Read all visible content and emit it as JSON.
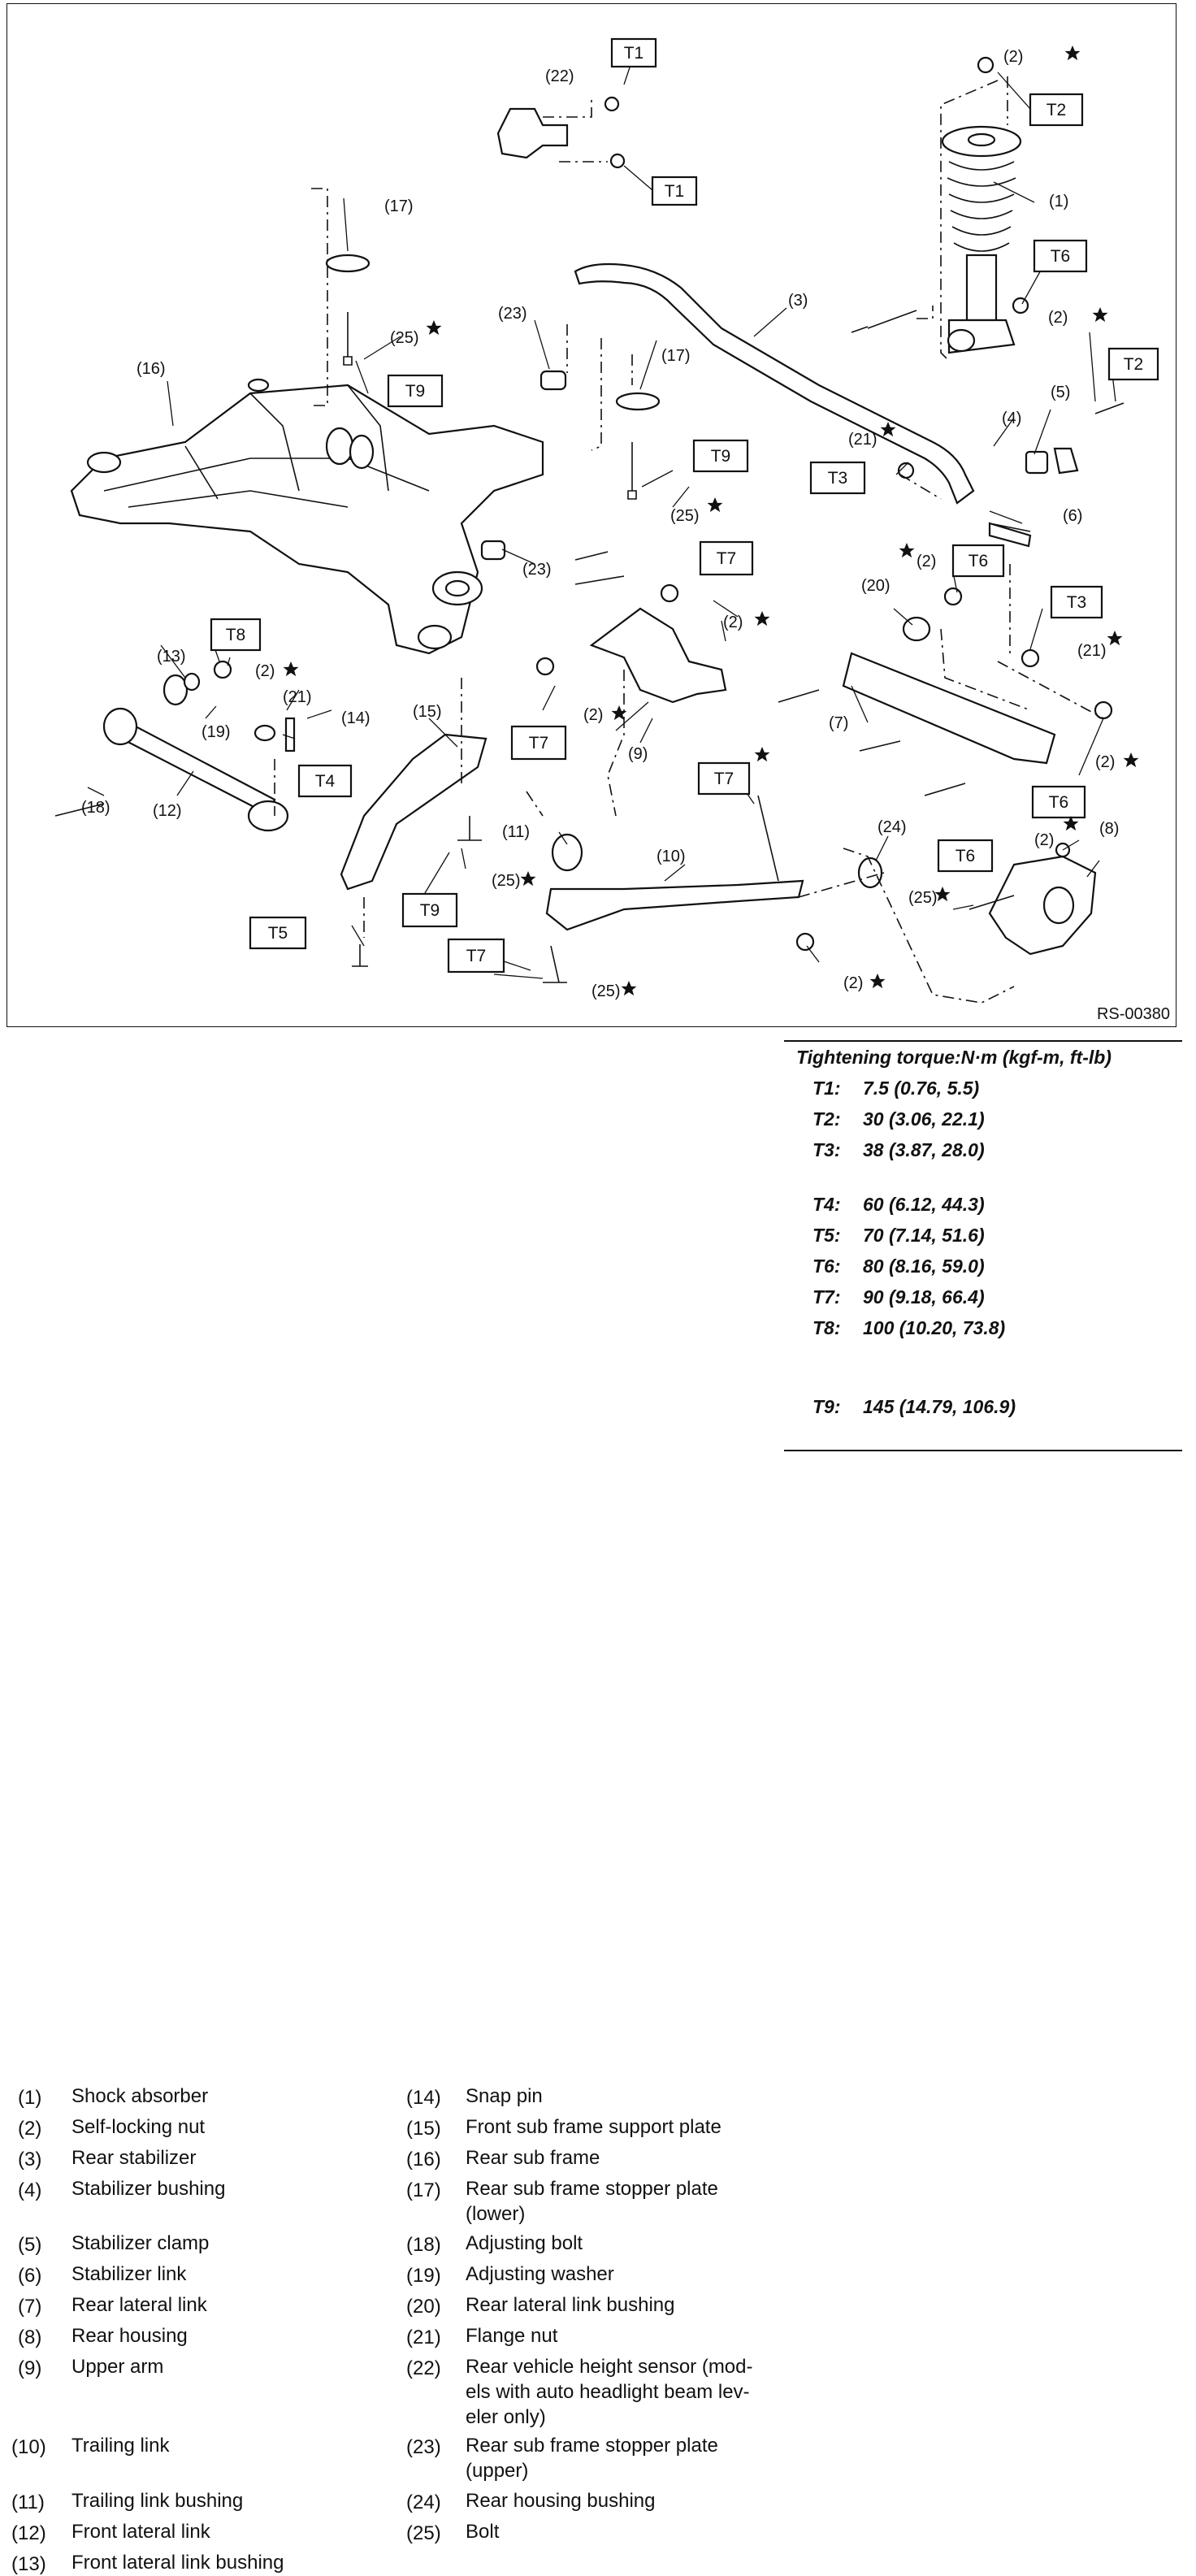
{
  "figure_code": "RS-00380",
  "callouts": {
    "n1": "(1)",
    "n2": "(2)",
    "n3": "(3)",
    "n4": "(4)",
    "n5": "(5)",
    "n6": "(6)",
    "n7": "(7)",
    "n8": "(8)",
    "n9": "(9)",
    "n10": "(10)",
    "n11": "(11)",
    "n12": "(12)",
    "n13": "(13)",
    "n14": "(14)",
    "n15": "(15)",
    "n16": "(16)",
    "n17": "(17)",
    "n18": "(18)",
    "n19": "(19)",
    "n20": "(20)",
    "n21": "(21)",
    "n22": "(22)",
    "n23": "(23)",
    "n24": "(24)",
    "n25": "(25)"
  },
  "torque_codes": {
    "t1": "T1",
    "t2": "T2",
    "t3": "T3",
    "t4": "T4",
    "t5": "T5",
    "t6": "T6",
    "t7": "T7",
    "t8": "T8",
    "t9": "T9"
  },
  "legend_left": [
    {
      "num": "(1)",
      "text": "Shock absorber"
    },
    {
      "num": "(2)",
      "text": "Self-locking nut"
    },
    {
      "num": "(3)",
      "text": "Rear stabilizer"
    },
    {
      "num": "(4)",
      "text": "Stabilizer bushing"
    },
    {
      "num": "(5)",
      "text": "Stabilizer clamp"
    },
    {
      "num": "(6)",
      "text": "Stabilizer link"
    },
    {
      "num": "(7)",
      "text": "Rear lateral link"
    },
    {
      "num": "(8)",
      "text": "Rear housing"
    },
    {
      "num": "(9)",
      "text": "Upper arm"
    },
    {
      "num": "(10)",
      "text": "Trailing link"
    },
    {
      "num": "(11)",
      "text": "Trailing link bushing"
    },
    {
      "num": "(12)",
      "text": "Front lateral link"
    },
    {
      "num": "(13)",
      "text": "Front lateral link bushing"
    }
  ],
  "legend_mid": [
    {
      "num": "(14)",
      "text": "Snap pin"
    },
    {
      "num": "(15)",
      "text": "Front sub frame support plate"
    },
    {
      "num": "(16)",
      "text": "Rear sub frame"
    },
    {
      "num": "(17)",
      "text": "Rear sub frame stopper plate",
      "text2": "(lower)"
    },
    {
      "num": "(18)",
      "text": "Adjusting bolt"
    },
    {
      "num": "(19)",
      "text": "Adjusting washer"
    },
    {
      "num": "(20)",
      "text": "Rear lateral link bushing"
    },
    {
      "num": "(21)",
      "text": "Flange nut"
    },
    {
      "num": "(22)",
      "text": "Rear vehicle height sensor (mod-",
      "text2": "els with auto headlight beam lev-",
      "text3": "eler only)"
    },
    {
      "num": "(23)",
      "text": "Rear sub frame stopper plate",
      "text2": "(upper)"
    },
    {
      "num": "(24)",
      "text": "Rear housing bushing"
    },
    {
      "num": "(25)",
      "text": "Bolt"
    }
  ],
  "torque_table": {
    "title": "Tightening torque:N·m (kgf-m, ft-lb)",
    "rows": [
      {
        "code": "T1:",
        "value": "7.5 (0.76, 5.5)"
      },
      {
        "code": "T2:",
        "value": "30 (3.06, 22.1)"
      },
      {
        "code": "T3:",
        "value": "38 (3.87, 28.0)"
      },
      {
        "code": "T4:",
        "value": "60 (6.12, 44.3)"
      },
      {
        "code": "T5:",
        "value": "70 (7.14, 51.6)"
      },
      {
        "code": "T6:",
        "value": "80 (8.16, 59.0)"
      },
      {
        "code": "T7:",
        "value": "90 (9.18, 66.4)"
      },
      {
        "code": "T8:",
        "value": "100 (10.20, 73.8)"
      },
      {
        "code": "T9:",
        "value": "145 (14.79, 106.9)"
      }
    ]
  }
}
